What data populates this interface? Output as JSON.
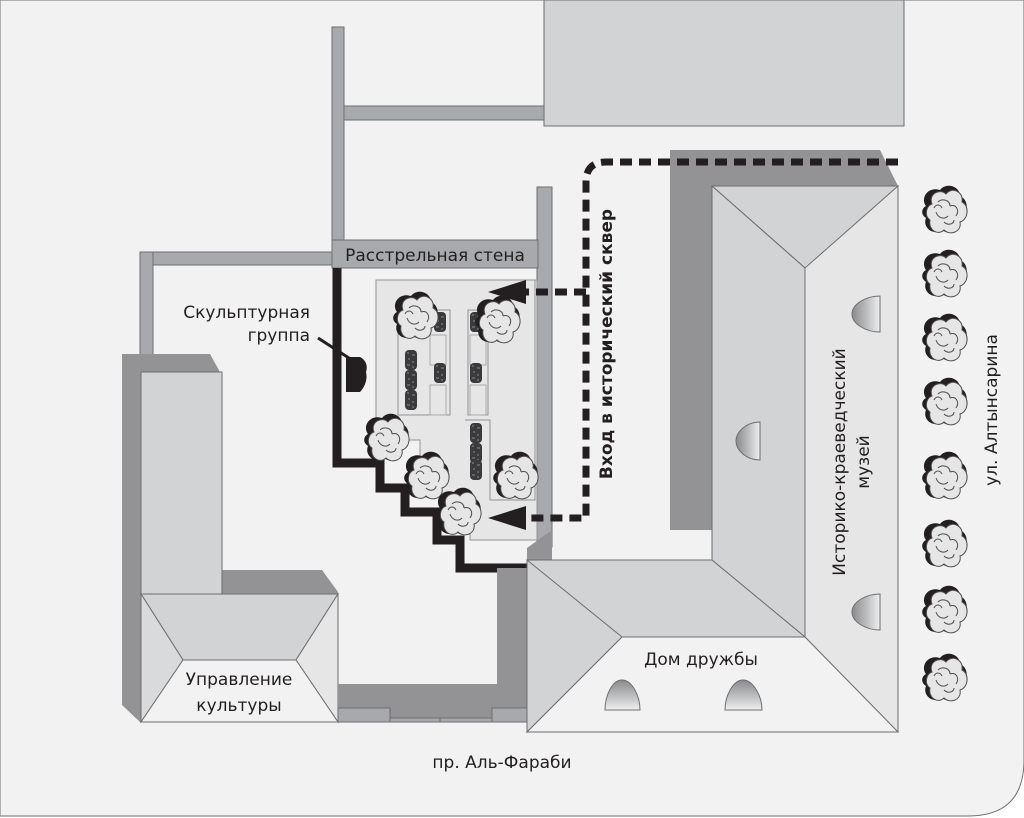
{
  "map": {
    "labels": {
      "firing_wall": "Расстрельная стена",
      "sculpture_group_line1": "Скульптурная",
      "sculpture_group_line2": "группа",
      "entrance": "Вход в исторический сквер",
      "museum_line1": "Историко-краеведческий",
      "museum_line2": "музей",
      "street_altynsarin": "ул. Алтынсарина",
      "friendship_house": "Дом дружбы",
      "culture_dept_line1": "Управление",
      "culture_dept_line2": "культуры",
      "avenue_al_farabi": "пр. Аль-Фараби"
    },
    "colors": {
      "background": "#f2f2f2",
      "roof_light": "#d2d3d5",
      "roof_lighter": "#e6e6e7",
      "shadow": "#939295",
      "wall": "#a7a9ac",
      "path": "#231f20",
      "outline": "#6d6e71"
    },
    "trees": {
      "street_row_count": 8,
      "square_count": 6
    }
  }
}
